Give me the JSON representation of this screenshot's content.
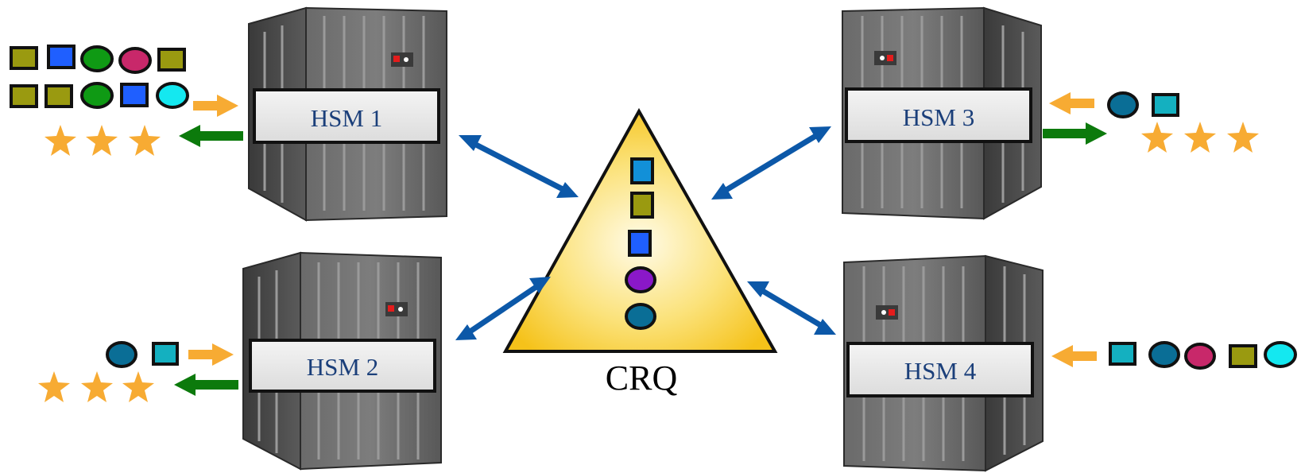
{
  "hsms": [
    {
      "label": "HSM 1"
    },
    {
      "label": "HSM 2"
    },
    {
      "label": "HSM 3"
    },
    {
      "label": "HSM 4"
    }
  ],
  "crq": {
    "label": "CRQ"
  },
  "colors": {
    "olive": "#9a9a10",
    "blue": "#1f5fff",
    "green": "#0f9a14",
    "magenta": "#c8286a",
    "cyan": "#14e8f0",
    "teal_square": "#14b0c0",
    "teal_circle": "#0a6e96",
    "purple": "#8a18c8",
    "crq_blue": "#1290d8",
    "star": "#f7ab33",
    "arrow_orange": "#f7ab33",
    "arrow_green": "#0c7a0c",
    "connector": "#0c58a8",
    "label_text": "#1b3f7a"
  }
}
